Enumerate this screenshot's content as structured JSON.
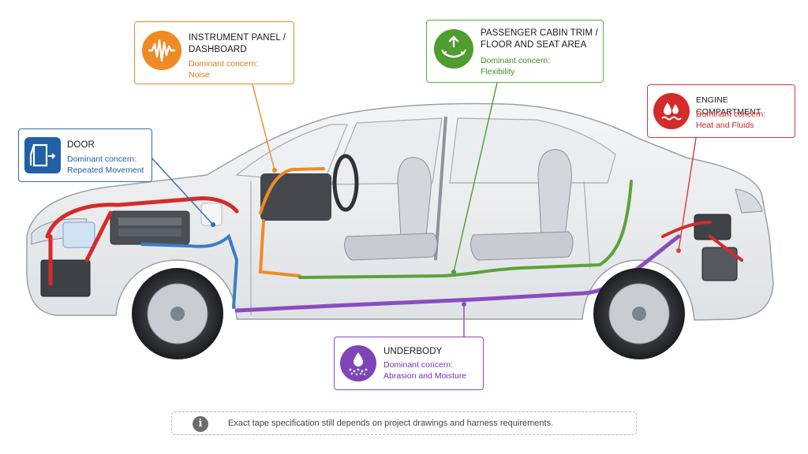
{
  "callouts": {
    "instrument": {
      "title": "INSTRUMENT PANEL / DASHBOARD",
      "caption_line1": "Dominant concern:",
      "caption_line2": "Noise",
      "icon": "sound-wave-icon",
      "color": "#f08a24"
    },
    "cabin": {
      "title": "PASSENGER CABIN TRIM / FLOOR AND SEAT AREA",
      "caption_line1": "Dominant concern:",
      "caption_line2": "Flexibility",
      "icon": "flex-arrows-icon",
      "color": "#4f9d2e"
    },
    "door": {
      "title": "DOOR",
      "caption_line1": "Dominant concern:",
      "caption_line2": "Repeated Movement",
      "icon": "door-icon",
      "color": "#215fa6"
    },
    "engine": {
      "title": "ENGINE COMPARTMENT",
      "caption_line1": "Dominant concern:",
      "caption_line2": "Heat and Fluids",
      "icon": "heat-fluid-icon",
      "color": "#d42b2b"
    },
    "underbody": {
      "title": "UNDERBODY",
      "caption_line1": "Dominant concern:",
      "caption_line2": "Abrasion and Moisture",
      "icon": "droplet-grit-icon",
      "color": "#7e44b8"
    }
  },
  "note": {
    "text": "Exact tape specification still depends on project drawings and harness requirements.",
    "icon": "info-icon",
    "icon_glyph": "i"
  },
  "harness_colors": {
    "engine": "#d42b2b",
    "instrument": "#f08a24",
    "cabin": "#5aa33a",
    "door": "#3b7dc4",
    "underbody": "#8a4cbf"
  }
}
